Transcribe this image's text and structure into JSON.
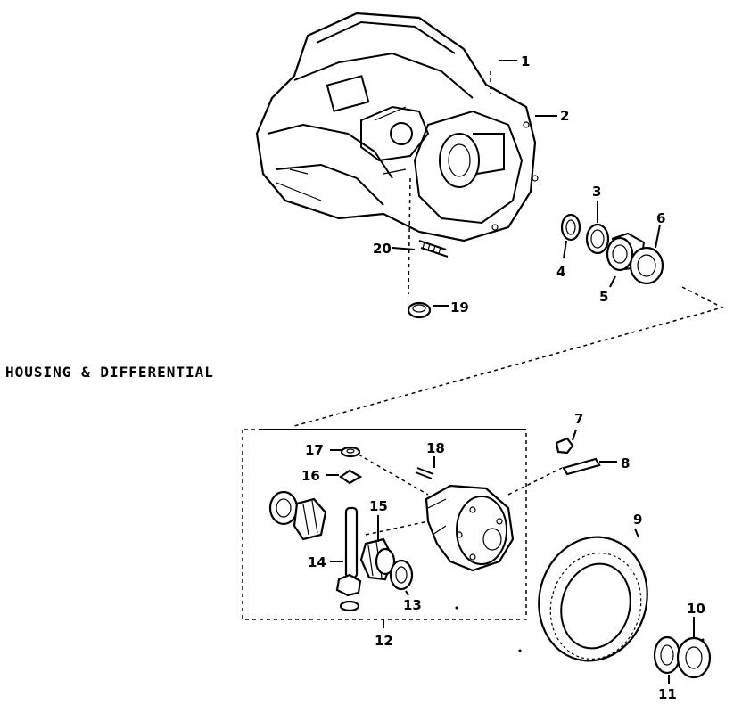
{
  "heading": "HOUSING & DIFFERENTIAL",
  "callouts": [
    "1",
    "2",
    "3",
    "4",
    "5",
    "6",
    "7",
    "8",
    "9",
    "10",
    "11",
    "12",
    "13",
    "14",
    "15",
    "16",
    "17",
    "18",
    "19",
    "20"
  ]
}
